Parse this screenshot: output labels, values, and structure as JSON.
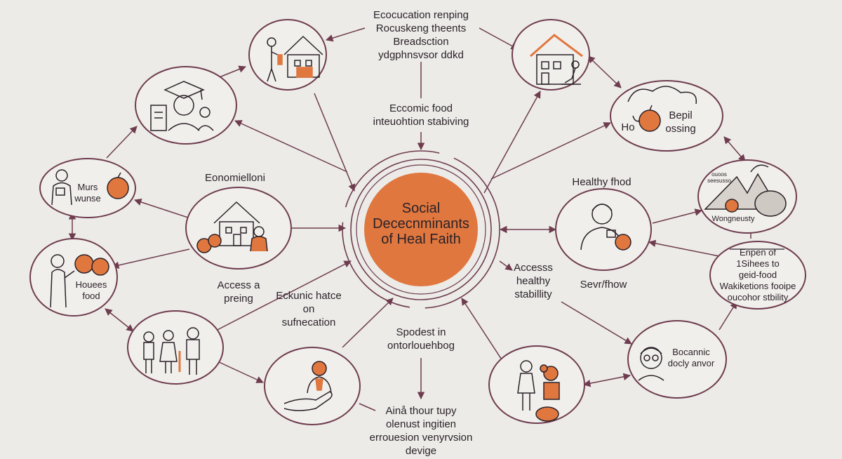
{
  "colors": {
    "background": "#ecebe8",
    "stroke": "#6e3c4e",
    "accent": "#e0773f",
    "ink": "#2b2228"
  },
  "center": {
    "lines": [
      "Social",
      "Dececnminants",
      "of Heal Faith"
    ]
  },
  "labels": {
    "top_block": [
      "Ecocucation renping",
      "Rocuskeng theents",
      "Breadsction",
      "ydgphnsvsor ddkd"
    ],
    "economic_food": [
      "Eccomic food",
      "inteuohtion stabiving"
    ],
    "economic_left": [
      "Eonomielloni"
    ],
    "healthy_food": [
      "Healthy fhod"
    ],
    "access_housing": [
      "Access a",
      "preing"
    ],
    "eckunic": [
      "Eckunic hatce",
      "on",
      "sufnecation"
    ],
    "access_healthy": [
      "Accesss",
      "healthy",
      "stabillity"
    ],
    "sevr_fhow": [
      "Sevr/fhow"
    ],
    "spodest": [
      "Spodest in",
      "ontorlouehbog"
    ],
    "bottom_block": [
      "Ainå thour tupy",
      "olenust ingitien",
      "errouesion venyrvsion",
      "devige"
    ],
    "node_mursnwunse": [
      "Murs",
      "wunse"
    ],
    "node_houses_food": [
      "Houees",
      "food"
    ],
    "node_bepil": [
      "Bepil",
      "ossing"
    ],
    "node_ho": [
      "Ho"
    ],
    "node_enpen": [
      "Enpen of",
      "1Sihees to",
      "geid-food",
      "Wakiketions fooipe",
      "oucohor stbility"
    ],
    "node_bocannic": [
      "Bocannic",
      "docly anvor"
    ],
    "node_wongneusty": [
      "Wongneusty"
    ],
    "node_sign": [
      "ouoos",
      "seesusso"
    ]
  }
}
